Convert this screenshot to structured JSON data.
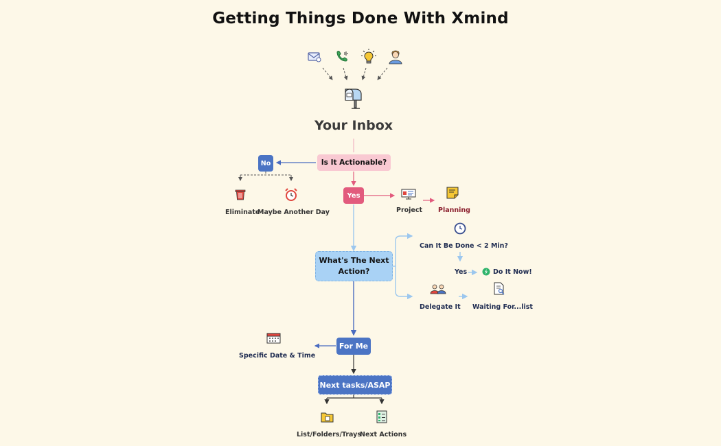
{
  "title": "Getting Things Done With Xmind",
  "inbox": {
    "label": "Your Inbox"
  },
  "nodes": {
    "actionable": "Is It Actionable?",
    "no": "No",
    "yes": "Yes",
    "eliminate": "Eliminate",
    "maybe": "Maybe Another Day",
    "project": "Project",
    "planning": "Planning",
    "next_action_line1": "What's The Next",
    "next_action_line2": "Action?",
    "two_min": "Can It Be Done < 2 Min?",
    "yes_small": "Yes",
    "do_it_now": "Do It Now!",
    "delegate": "Delegate It",
    "waiting": "Waiting For...list",
    "for_me": "For Me",
    "specific_date": "Specific Date & Time",
    "next_tasks": "Next tasks/ASAP",
    "list_folders": "List/Folders/Trays",
    "next_actions": "Next Actions"
  },
  "icons": {
    "inputs": [
      "mail-icon",
      "phone-icon",
      "lightbulb-icon",
      "person-icon"
    ],
    "inbox": "mailbox-icon",
    "eliminate": "trash-icon",
    "maybe": "alarm-clock-icon",
    "project": "presentation-board-icon",
    "planning": "sticky-note-icon",
    "two_min": "clock-icon",
    "do_it_now": "lightning-icon",
    "delegate": "people-icon",
    "waiting": "document-search-icon",
    "specific_date": "calendar-icon",
    "list_folders": "folder-icon",
    "next_actions": "checklist-icon"
  },
  "colors": {
    "background": "#fdf8e8",
    "pink_box": "#f9c9d2",
    "yes_box": "#e25b7d",
    "blue_box": "#4b74c4",
    "light_blue_box": "#a9d2f5",
    "pink_line": "#e8798f",
    "blue_line": "#4a6cc0",
    "light_blue_line": "#9cc7ee"
  }
}
